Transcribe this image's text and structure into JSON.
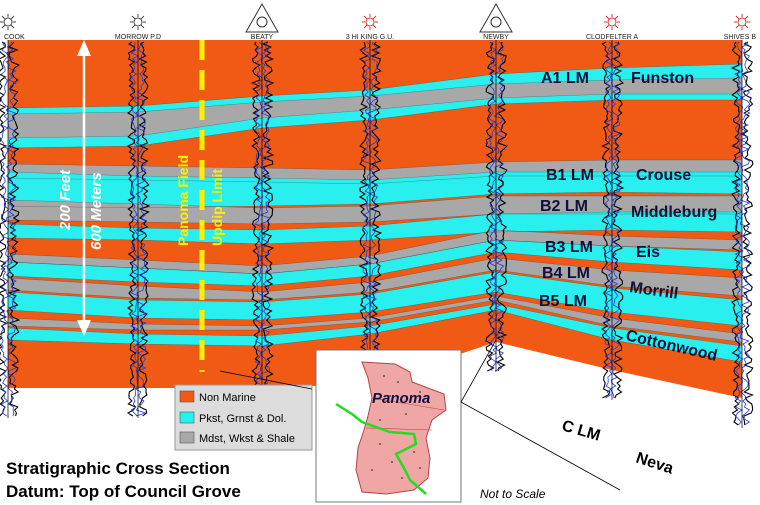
{
  "wells": [
    {
      "name": "COOK",
      "symbol": "dry"
    },
    {
      "name": "MORROW P.D",
      "symbol": "dry"
    },
    {
      "name": "BEATY",
      "symbol": "triangle"
    },
    {
      "name": "3 HI KING G.U.",
      "symbol": "gas"
    },
    {
      "name": "NEWBY",
      "symbol": "triangle"
    },
    {
      "name": "CLODFELTER A",
      "symbol": "gas"
    },
    {
      "name": "SHIVES B",
      "symbol": "gas"
    }
  ],
  "limestone_units": [
    {
      "unit": "A1 LM",
      "formation": "Funston"
    },
    {
      "unit": "B1 LM",
      "formation": "Crouse"
    },
    {
      "unit": "B2 LM",
      "formation": "Middleburg"
    },
    {
      "unit": "B3 LM",
      "formation": "Eis"
    },
    {
      "unit": "B4 LM",
      "formation": "Morrill"
    },
    {
      "unit": "B5 LM",
      "formation": "Cottonwood"
    }
  ],
  "lower_units": {
    "c_lm": "C LM",
    "neva": "Neva"
  },
  "scale_bar": {
    "feet": "200 Feet",
    "meters": "600 Meters"
  },
  "field_limit": {
    "line1": "Panoma Field",
    "line2": "Updip Limit",
    "color": "#ffee00"
  },
  "legend": [
    {
      "label": "Non Marine",
      "color": "#f05a14"
    },
    {
      "label": "Pkst, Grnst & Dol.",
      "color": "#29f0ee"
    },
    {
      "label": "Mdst, Wkst & Shale",
      "color": "#a8a8a8"
    }
  ],
  "inset_map": {
    "label": "Panoma"
  },
  "title": {
    "line1": "Stratigraphic Cross Section",
    "line2": "Datum:  Top of Council Grove"
  },
  "note": "Not to Scale"
}
